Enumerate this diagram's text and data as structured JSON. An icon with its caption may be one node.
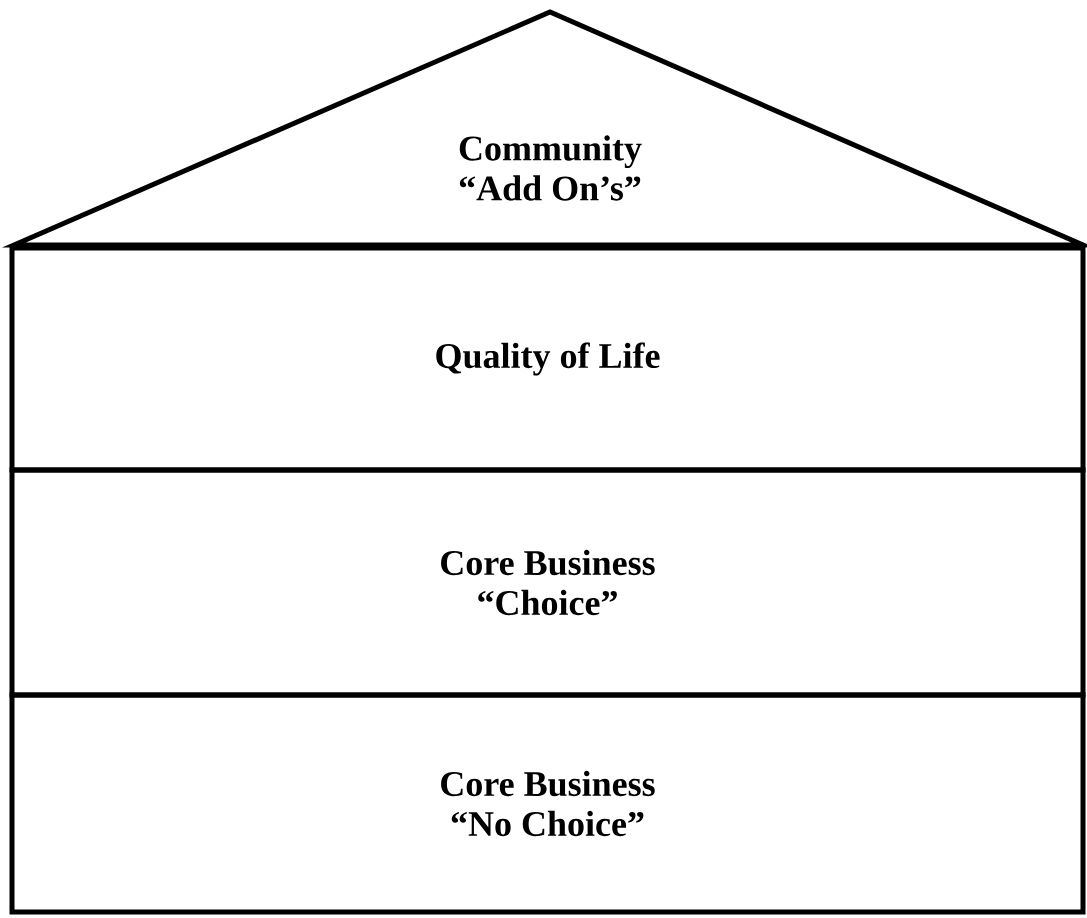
{
  "diagram": {
    "nodes": [
      {
        "text": [
          "Community",
          "“Add On’s”"
        ]
      },
      {
        "text": [
          "Quality of Life"
        ]
      },
      {
        "text": [
          "Core Business",
          "“Choice”"
        ]
      },
      {
        "text": [
          "Core Business",
          "“No Choice”"
        ]
      }
    ]
  }
}
